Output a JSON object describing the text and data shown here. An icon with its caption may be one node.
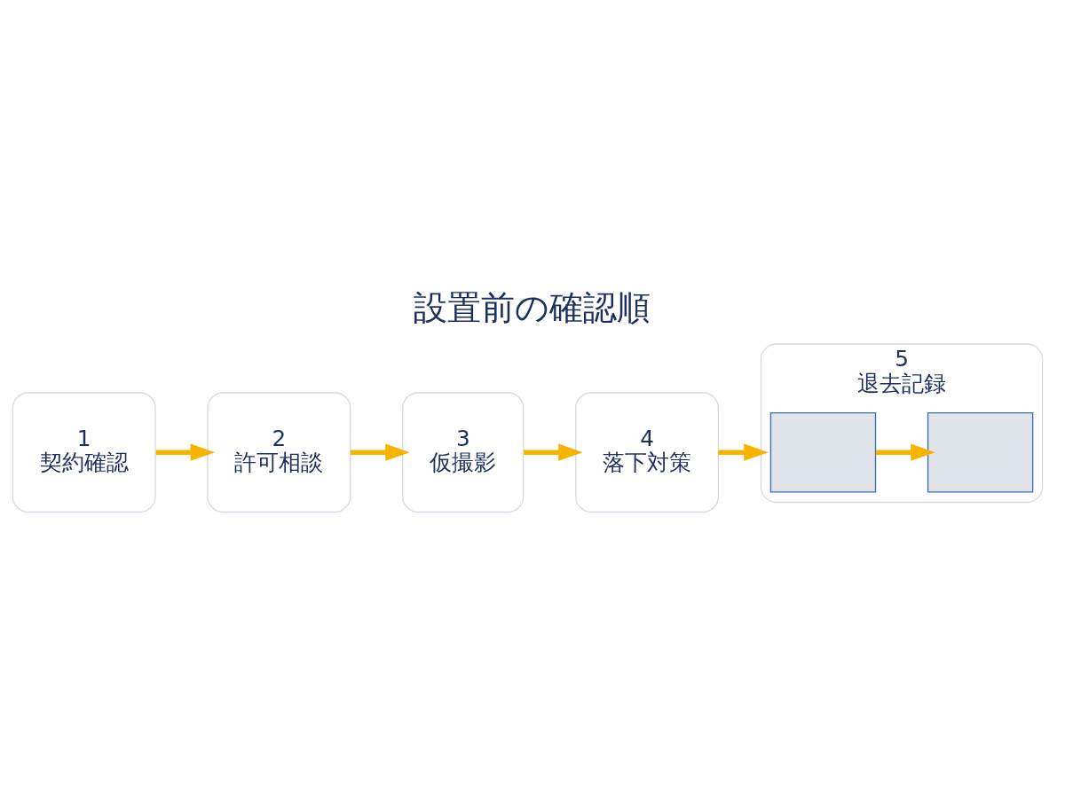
{
  "diagram": {
    "title": "設置前の確認順",
    "nodes": [
      {
        "text": [
          "1",
          "契約確認"
        ]
      },
      {
        "text": [
          "2",
          "許可相談"
        ]
      },
      {
        "text": [
          "3",
          "仮撮影"
        ]
      },
      {
        "text": [
          "4",
          "落下対策"
        ]
      },
      {
        "text": [
          "5",
          "退去記録"
        ]
      },
      {
        "text": [],
        "shape": "box",
        "in": 4
      },
      {
        "text": [],
        "shape": "box",
        "in": 4
      }
    ],
    "edges": [
      {
        "from": 0,
        "to": 1,
        "arrow": "to"
      },
      {
        "from": 1,
        "to": 2,
        "arrow": "to"
      },
      {
        "from": 2,
        "to": 3,
        "arrow": "to"
      },
      {
        "from": 3,
        "to": 4,
        "arrow": "to"
      },
      {
        "from": 5,
        "to": 6,
        "arrow": "to"
      }
    ]
  }
}
